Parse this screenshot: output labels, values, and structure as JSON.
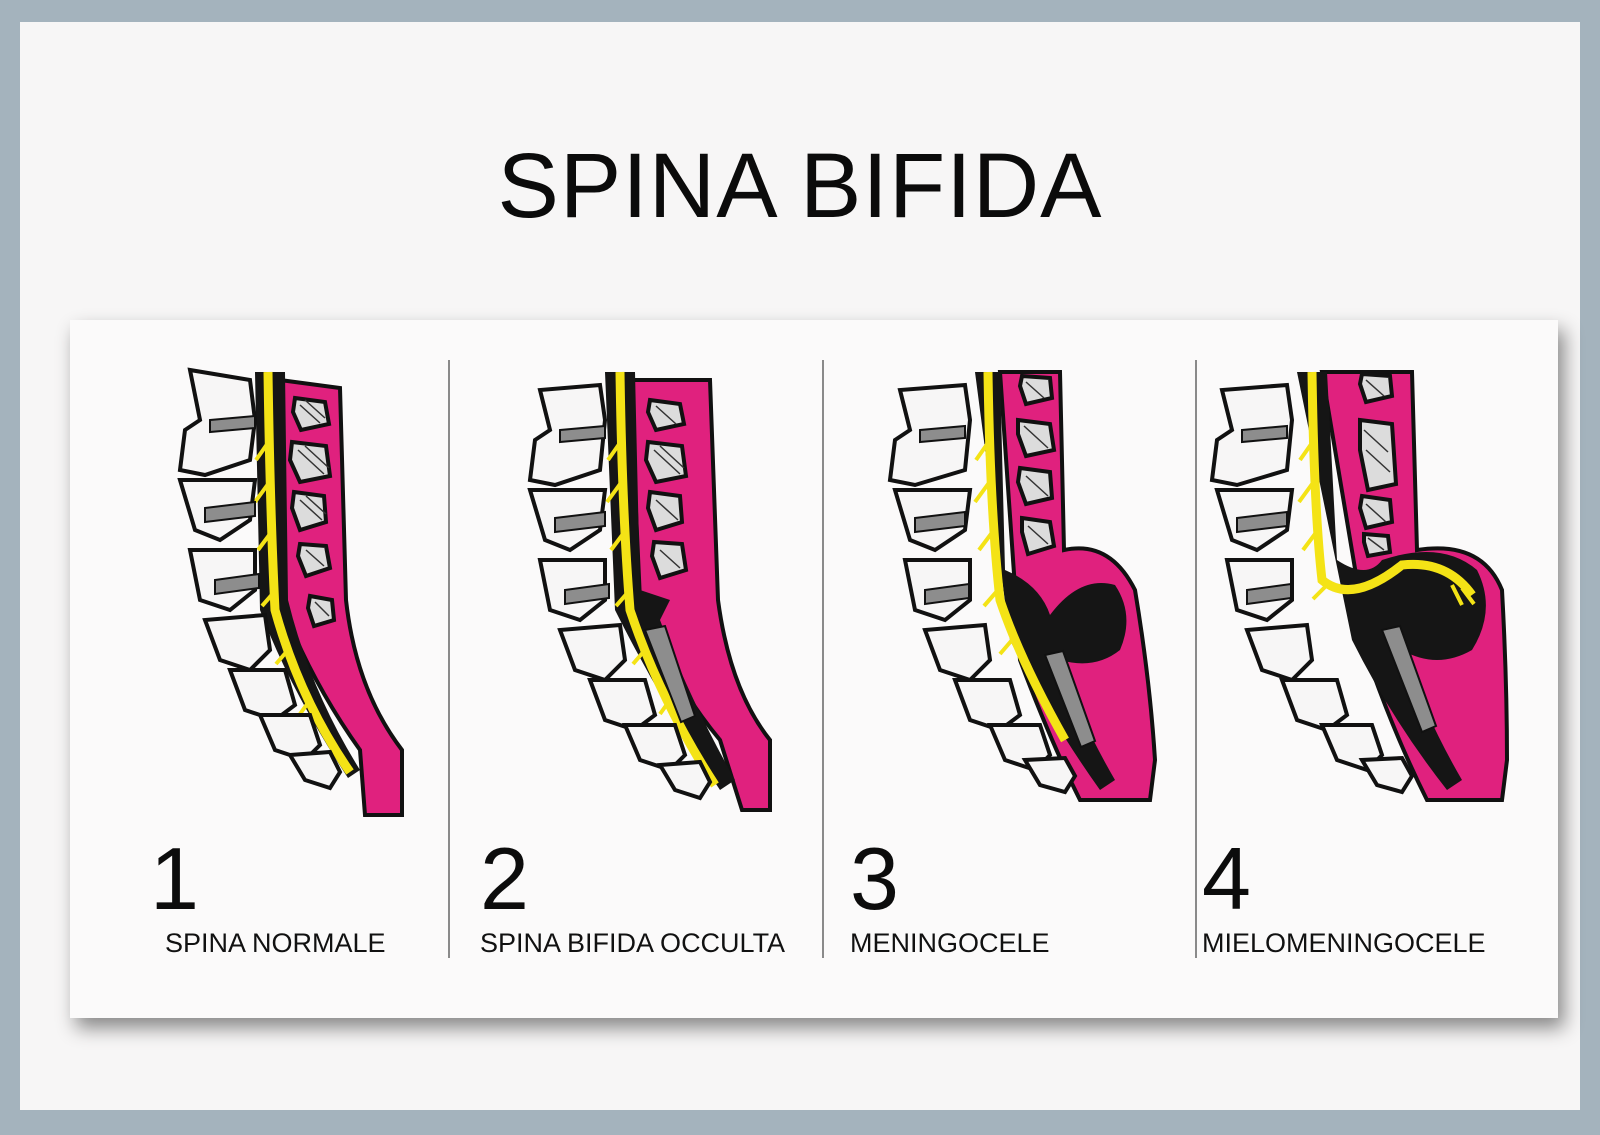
{
  "title": "SPINA BIFIDA",
  "colors": {
    "background_frame": "#a4b3bd",
    "sheet": "#f7f6f6",
    "nerve": "#f4e316",
    "skin": "#e0217e",
    "bone_outline": "#1a1a1a",
    "gray_process": "#8d8d8d"
  },
  "panels": [
    {
      "number": "1",
      "label": "SPINA NORMALE"
    },
    {
      "number": "2",
      "label": "SPINA BIFIDA OCCULTA"
    },
    {
      "number": "3",
      "label": "MENINGOCELE"
    },
    {
      "number": "4",
      "label": "MIELOMENINGOCELE"
    }
  ]
}
